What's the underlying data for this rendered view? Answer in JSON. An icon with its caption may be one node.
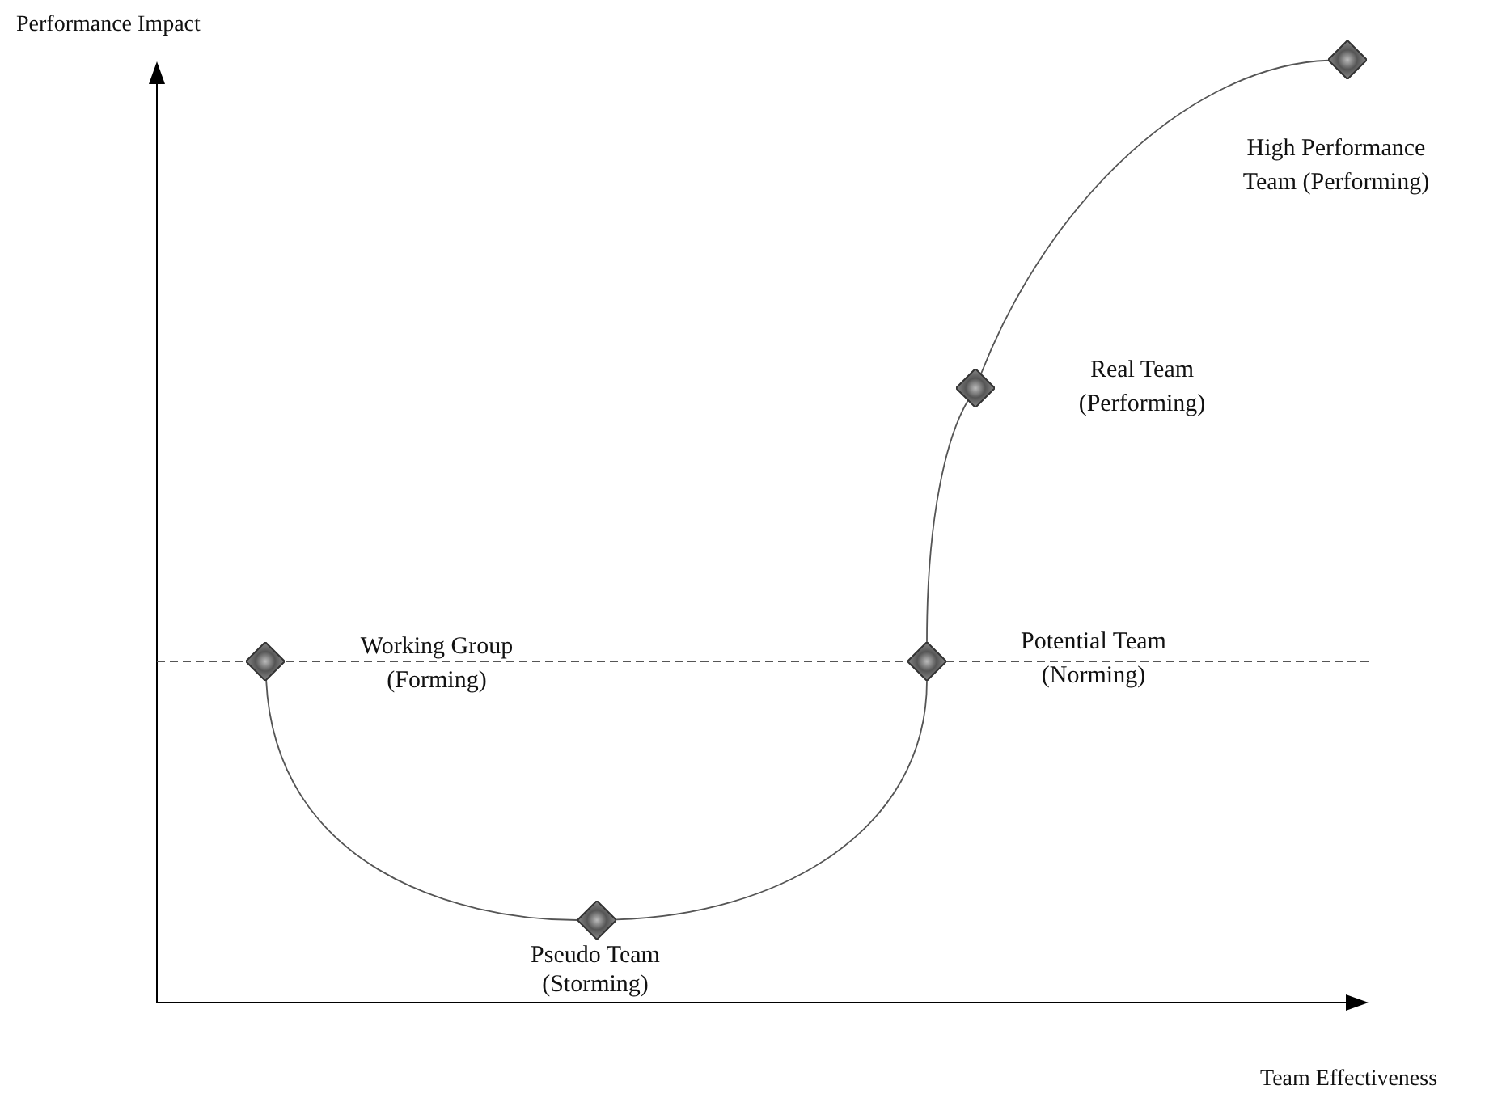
{
  "diagram": {
    "nodes": [
      {
        "text": [],
        "shape": "diamond",
        "beside": [
          "Working Group (Forming)"
        ]
      },
      {
        "text": [],
        "shape": "diamond",
        "beside": [
          "Pseudo Team (Storming)"
        ]
      },
      {
        "text": [],
        "shape": "diamond",
        "beside": [
          "Potential Team (Norming)"
        ]
      },
      {
        "text": [],
        "shape": "diamond",
        "beside": [
          "Real Team (Performing)"
        ]
      },
      {
        "text": [],
        "shape": "diamond",
        "beside": [
          "High Performance Team (Performing)"
        ]
      }
    ],
    "edges": [
      {
        "from": 0,
        "to": 1,
        "arrow": "none"
      },
      {
        "from": 1,
        "to": 2,
        "arrow": "none"
      },
      {
        "from": 2,
        "to": 3,
        "arrow": "none"
      },
      {
        "from": 3,
        "to": 4,
        "arrow": "none"
      }
    ],
    "labels": [
      "Performance Impact",
      "Team Effectiveness"
    ]
  }
}
